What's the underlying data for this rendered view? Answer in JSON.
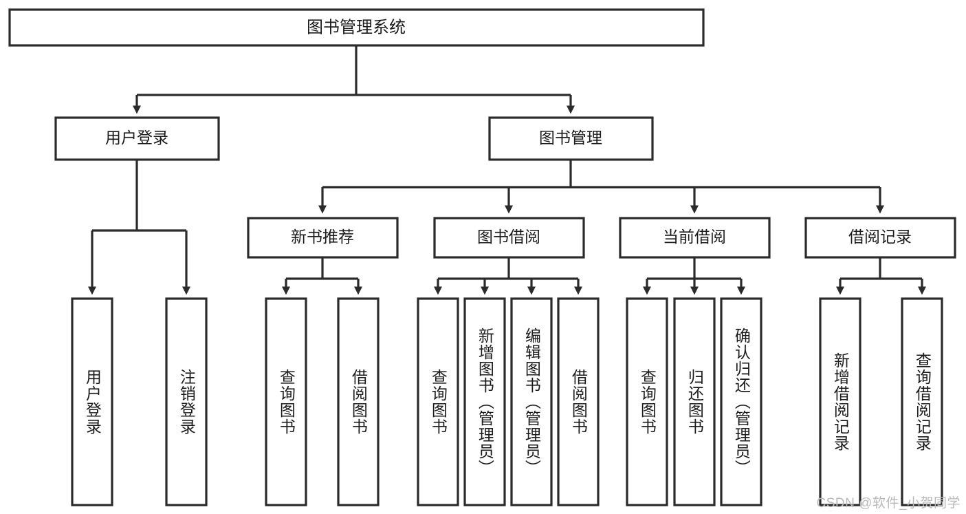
{
  "diagram": {
    "type": "tree-hierarchy",
    "title": "图书管理系统",
    "watermark": "CSDN @软件_小贺同学",
    "colors": {
      "stroke": "#2b2b2b",
      "fill": "#ffffff",
      "text": "#1b1b1b",
      "watermark": "#b9b9b9"
    },
    "levels": [
      {
        "level": 1,
        "nodes": [
          {
            "id": "root",
            "label": "图书管理系统",
            "orientation": "horizontal"
          }
        ]
      },
      {
        "level": 2,
        "nodes": [
          {
            "id": "user-login",
            "label": "用户登录",
            "orientation": "horizontal",
            "parent": "root"
          },
          {
            "id": "book-manage",
            "label": "图书管理",
            "orientation": "horizontal",
            "parent": "root"
          }
        ]
      },
      {
        "level": 3,
        "nodes": [
          {
            "id": "new-book-rec",
            "label": "新书推荐",
            "orientation": "horizontal",
            "parent": "book-manage"
          },
          {
            "id": "book-borrow",
            "label": "图书借阅",
            "orientation": "horizontal",
            "parent": "book-manage"
          },
          {
            "id": "current-borrow",
            "label": "当前借阅",
            "orientation": "horizontal",
            "parent": "book-manage"
          },
          {
            "id": "borrow-record",
            "label": "借阅记录",
            "orientation": "horizontal",
            "parent": "book-manage"
          }
        ]
      },
      {
        "level": 4,
        "nodes": [
          {
            "id": "leaf-user-login",
            "label": "用户登录",
            "orientation": "vertical",
            "parent": "user-login"
          },
          {
            "id": "leaf-user-logout",
            "label": "注销登录",
            "orientation": "vertical",
            "parent": "user-login"
          },
          {
            "id": "leaf-rec-query",
            "label": "查询图书",
            "orientation": "vertical",
            "parent": "new-book-rec"
          },
          {
            "id": "leaf-rec-borrow",
            "label": "借阅图书",
            "orientation": "vertical",
            "parent": "new-book-rec"
          },
          {
            "id": "leaf-borrow-query",
            "label": "查询图书",
            "orientation": "vertical",
            "parent": "book-borrow"
          },
          {
            "id": "leaf-borrow-add",
            "label": "新增图书（管理员）",
            "orientation": "vertical",
            "parent": "book-borrow"
          },
          {
            "id": "leaf-borrow-edit",
            "label": "编辑图书（管理员）",
            "orientation": "vertical",
            "parent": "book-borrow"
          },
          {
            "id": "leaf-borrow-do",
            "label": "借阅图书",
            "orientation": "vertical",
            "parent": "book-borrow"
          },
          {
            "id": "leaf-cur-query",
            "label": "查询图书",
            "orientation": "vertical",
            "parent": "current-borrow"
          },
          {
            "id": "leaf-cur-return",
            "label": "归还图书",
            "orientation": "vertical",
            "parent": "current-borrow"
          },
          {
            "id": "leaf-cur-confirm",
            "label": "确认归还（管理员）",
            "orientation": "vertical",
            "parent": "current-borrow"
          },
          {
            "id": "leaf-rec-add",
            "label": "新增借阅记录",
            "orientation": "vertical",
            "parent": "borrow-record"
          },
          {
            "id": "leaf-rec-search",
            "label": "查询借阅记录",
            "orientation": "vertical",
            "parent": "borrow-record"
          }
        ]
      }
    ]
  }
}
